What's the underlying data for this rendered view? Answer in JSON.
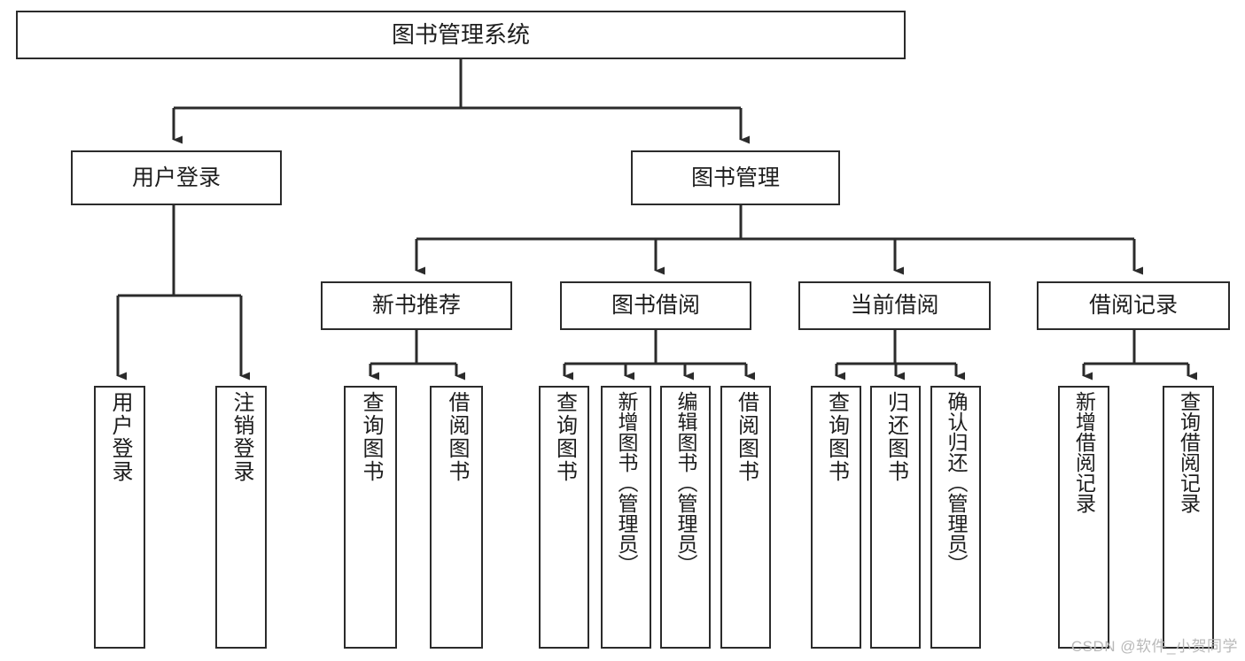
{
  "diagram": {
    "type": "hierarchy-tree",
    "title": "图书管理系统",
    "watermark": "CSDN @软件_小贺同学",
    "colors": {
      "background": "#ffffff",
      "box_border": "#2b2b2b",
      "box_fill": "#ffffff",
      "connector": "#2b2b2b",
      "text": "#1d1d1d",
      "watermark": "#b9b9b9"
    },
    "levels": {
      "level1_label": "图书管理系统",
      "level2": [
        "用户登录",
        "图书管理"
      ],
      "level3": [
        "新书推荐",
        "图书借阅",
        "当前借阅",
        "借阅记录"
      ]
    },
    "nodes": {
      "root": {
        "label": "图书管理系统"
      },
      "user_login": {
        "label": "用户登录"
      },
      "book_manage": {
        "label": "图书管理"
      },
      "new_book_rec": {
        "label": "新书推荐"
      },
      "book_borrow": {
        "label": "图书借阅"
      },
      "current_borrow": {
        "label": "当前借阅"
      },
      "borrow_record": {
        "label": "借阅记录"
      }
    },
    "leaves": {
      "user_login": [
        {
          "label": "用户登录"
        },
        {
          "label": "注销登录"
        }
      ],
      "new_book_rec": [
        {
          "label": "查询图书"
        },
        {
          "label": "借阅图书"
        }
      ],
      "book_borrow": [
        {
          "label": "查询图书"
        },
        {
          "label": "新增图书（管理员）"
        },
        {
          "label": "编辑图书（管理员）"
        },
        {
          "label": "借阅图书"
        }
      ],
      "current_borrow": [
        {
          "label": "查询图书"
        },
        {
          "label": "归还图书"
        },
        {
          "label": "确认归还（管理员）"
        }
      ],
      "borrow_record": [
        {
          "label": "新增借阅记录"
        },
        {
          "label": "查询借阅记录"
        }
      ]
    }
  }
}
